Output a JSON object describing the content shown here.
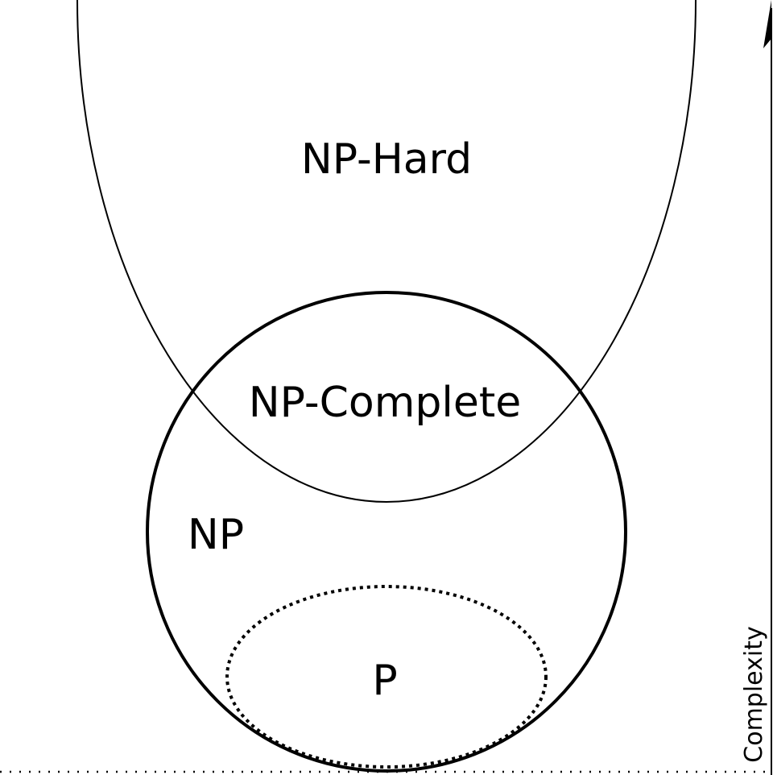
{
  "labels": {
    "np_hard": "NP-Hard",
    "np_complete": "NP-Complete",
    "np": "NP",
    "p": "P",
    "axis": "Complexity"
  },
  "colors": {
    "stroke": "#000000",
    "background": "#ffffff"
  }
}
